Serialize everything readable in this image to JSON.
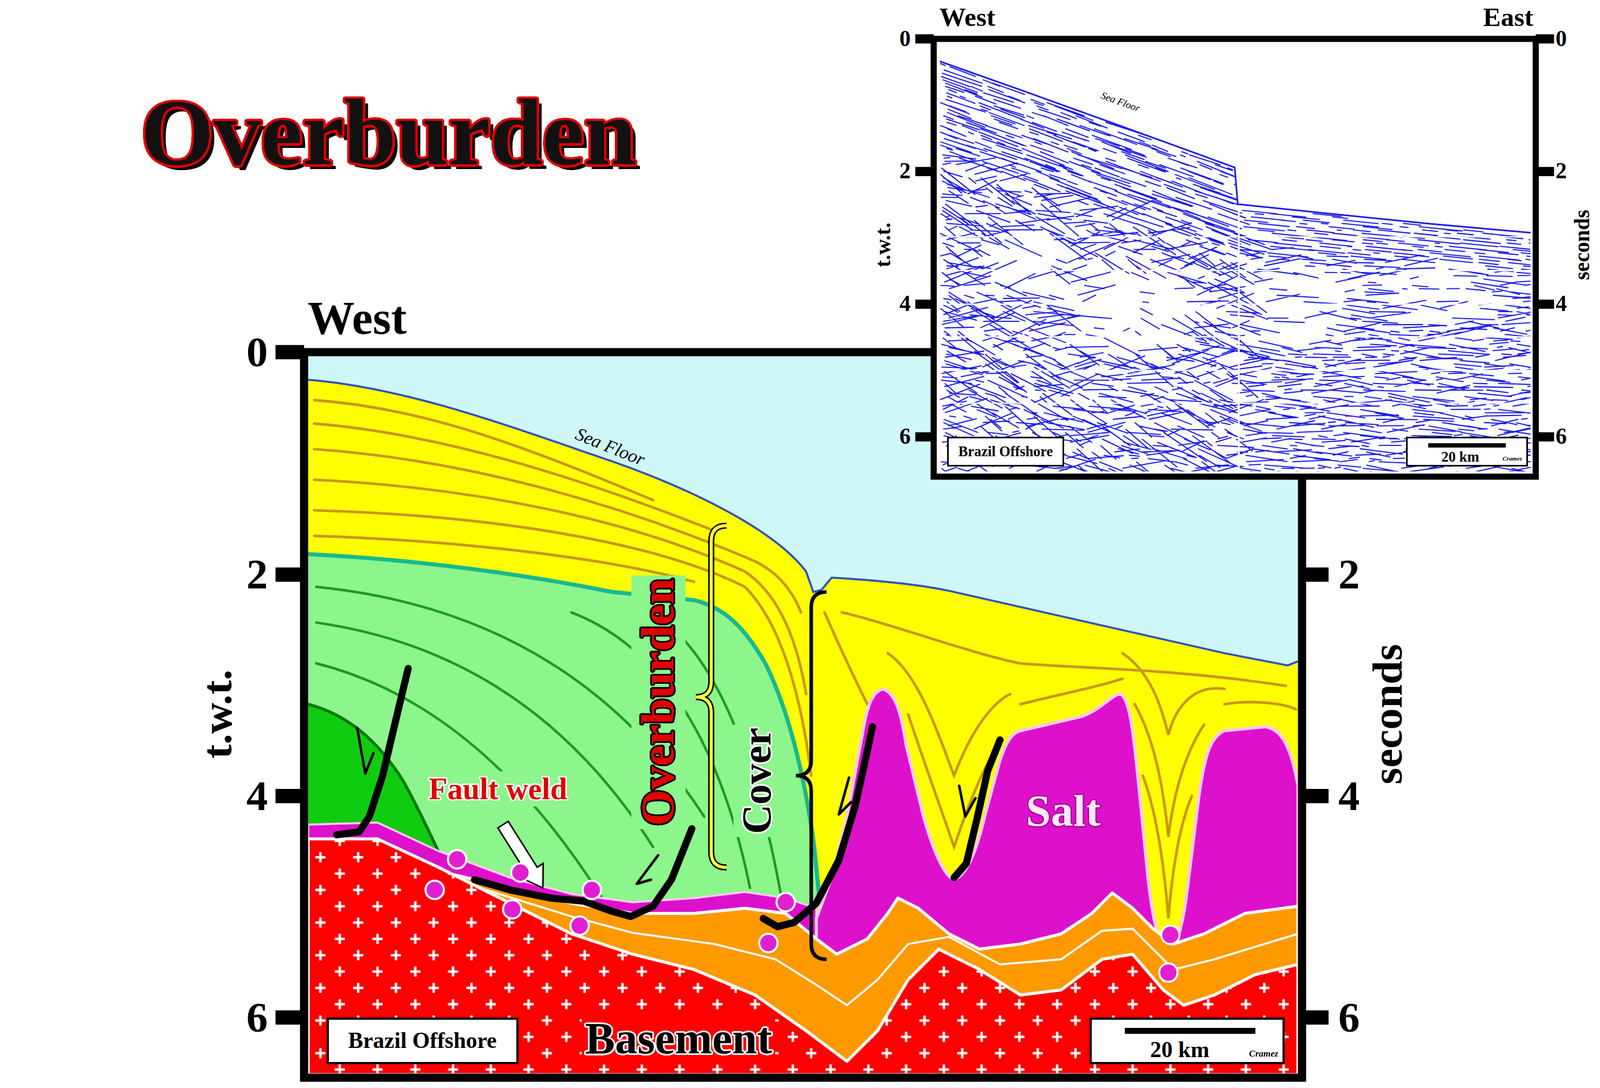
{
  "diagram": {
    "title": "Overburden",
    "nodes": [
      {
        "text": [
          "Brazil Offshore"
        ]
      },
      {
        "text": [
          "20 km",
          "Cramez"
        ]
      },
      {
        "text": [
          "Brazil Offshore"
        ]
      },
      {
        "text": [
          "20 km",
          "Cramez"
        ]
      }
    ],
    "labels": [
      "West",
      "East",
      "0",
      "2",
      "4",
      "6",
      "0",
      "2",
      "4",
      "6",
      "t.w.t.",
      "seconds",
      "Sea Floor",
      "West",
      "0",
      "2",
      "4",
      "6",
      "2",
      "4",
      "6",
      "t.w.t.",
      "seconds",
      "Sea Floor",
      "Overburden",
      "Cover",
      "Fault weld",
      "Salt",
      "Basement"
    ]
  }
}
